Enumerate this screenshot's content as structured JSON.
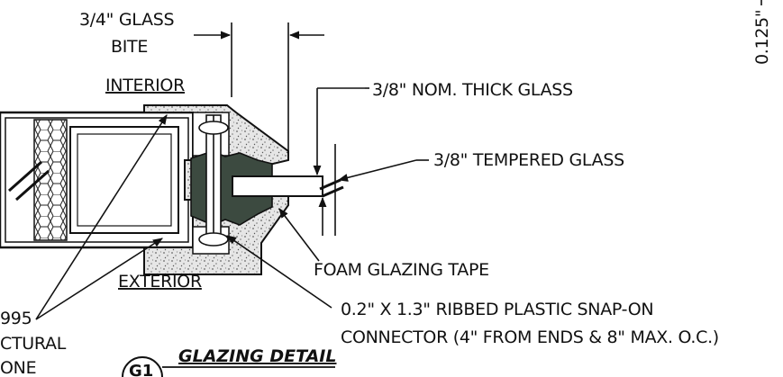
{
  "labels": {
    "bite_line1": "3/4\" GLASS",
    "bite_line2": "BITE",
    "interior": "INTERIOR",
    "exterior": "EXTERIOR",
    "nom_glass": "3/8\" NOM. THICK GLASS",
    "tempered_glass": "3/8\" TEMPERED GLASS",
    "foam_tape": "FOAM GLAZING TAPE",
    "connector_line1": "0.2\" X 1.3\" RIBBED PLASTIC SNAP-ON",
    "connector_line2": "CONNECTOR (4\" FROM ENDS & 8\" MAX. O.C.)",
    "dimension_right": "0.125\"",
    "silicone_line1": "995",
    "silicone_line2": "CTURAL",
    "silicone_line3": "ONE"
  },
  "title": {
    "badge": "G1",
    "text": "GLAZING DETAIL"
  },
  "colors": {
    "ink": "#111111",
    "gasket": "#3c4a40",
    "silicone_fill": "#e4e4e4",
    "frame_fill": "#ffffff"
  }
}
